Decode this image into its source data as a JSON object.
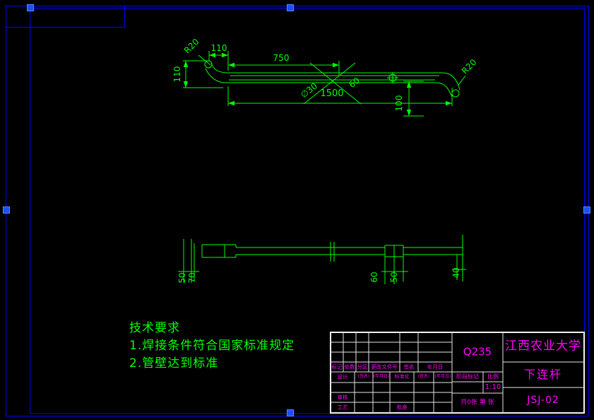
{
  "window": {
    "background": "#000000"
  },
  "frame": {
    "color": "#0000ff",
    "grip_color": "#1c4fff"
  },
  "drawing": {
    "color": "#00ff00",
    "top_view": {
      "dim_r20_left": "R20",
      "dim_110_top": "110",
      "dim_750": "750",
      "dim_110_left": "110",
      "dim_phi30": "∅30",
      "dim_1500": "1500",
      "dim_60": "60",
      "dim_100": "100",
      "dim_r20_right": "R20"
    },
    "bottom_view": {
      "dim_50_left": "50",
      "dim_70_left": "70",
      "dim_60_mid": "60",
      "dim_50_mid": "50",
      "dim_40_right": "40"
    }
  },
  "tech_requirements": {
    "title": "技术要求",
    "items": [
      "1.焊接条件符合国家标准规定",
      "2.管壁达到标准"
    ]
  },
  "title_block": {
    "line_color": "#e6e6e6",
    "text_color": "#ff00ff",
    "material": "Q235",
    "organization": "江西农业大学",
    "part_name": "下连杆",
    "drawing_number": "JSJ-02",
    "stage_label": "阶段标记",
    "scale_label": "比例",
    "scale_value": "1:10",
    "sheet_info": "共0张 第 张",
    "rev_headers": [
      "标记",
      "处数",
      "分区",
      "更改文件号",
      "签名",
      "年月日"
    ],
    "design_label": "设计",
    "sign_label": "(签名)",
    "date_label": "(年月日)",
    "standardization_label": "标准化",
    "check_label": "审核",
    "process_label": "工艺",
    "approve_label": "批准"
  }
}
